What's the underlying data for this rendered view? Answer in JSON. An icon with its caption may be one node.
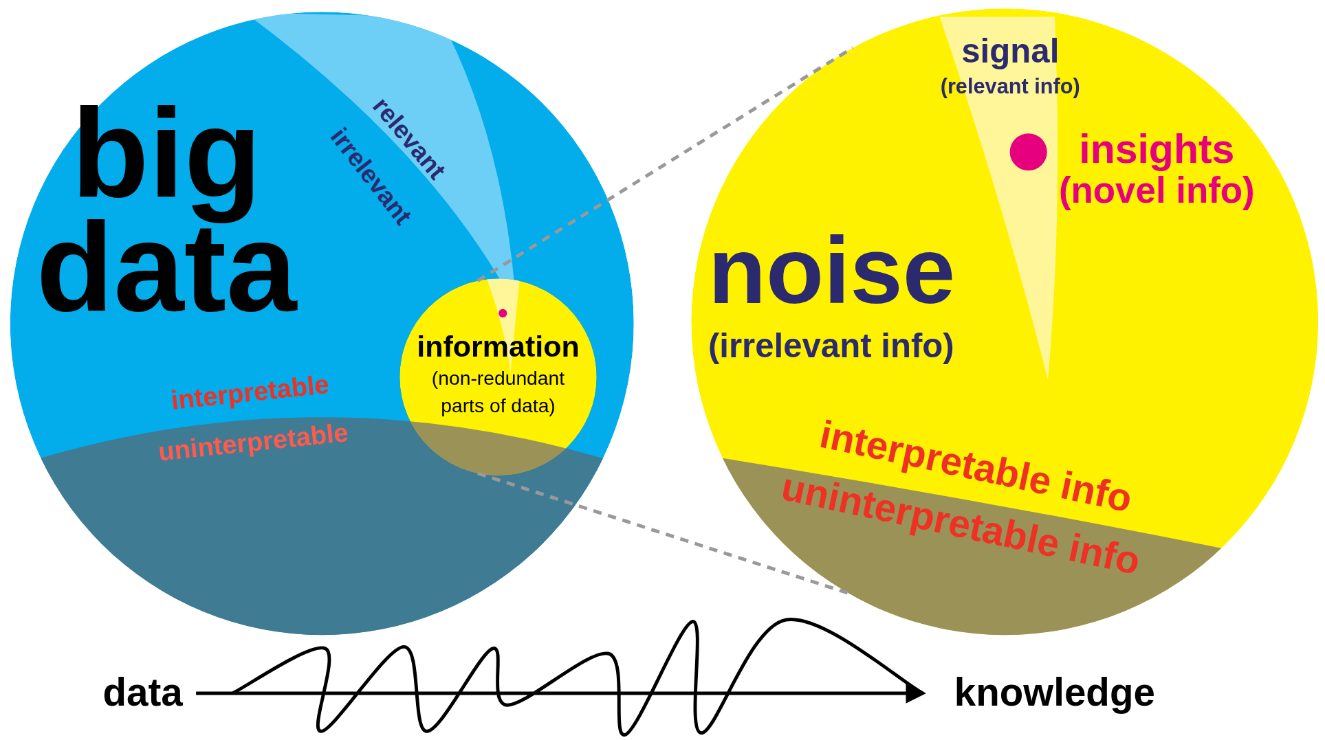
{
  "diagram": {
    "nodes": [
      {
        "text": [
          "big data"
        ]
      },
      {
        "text": [
          "information",
          "(non-redundant parts of data)"
        ],
        "in": 0
      },
      {
        "text": [
          "noise",
          "(irrelevant info)"
        ]
      },
      {
        "text": [
          "signal",
          "(relevant info)"
        ],
        "in": 2
      },
      {
        "text": [
          "insights",
          "(novel info)"
        ],
        "in": 3
      },
      {
        "text": [
          "data"
        ]
      },
      {
        "text": [
          "knowledge"
        ]
      }
    ],
    "edges": [
      {
        "from": 1,
        "to": 2,
        "arrow": "none",
        "style": "dashed",
        "color": "#999999"
      },
      {
        "from": 1,
        "to": 2,
        "arrow": "none",
        "style": "dashed",
        "color": "#999999"
      },
      {
        "from": 5,
        "to": 6,
        "arrow": "to",
        "color": "#000000"
      }
    ],
    "labels": [
      "relevant",
      "irrelevant",
      "interpretable",
      "uninterpretable",
      "interpretable info",
      "uninterpretable info"
    ]
  }
}
